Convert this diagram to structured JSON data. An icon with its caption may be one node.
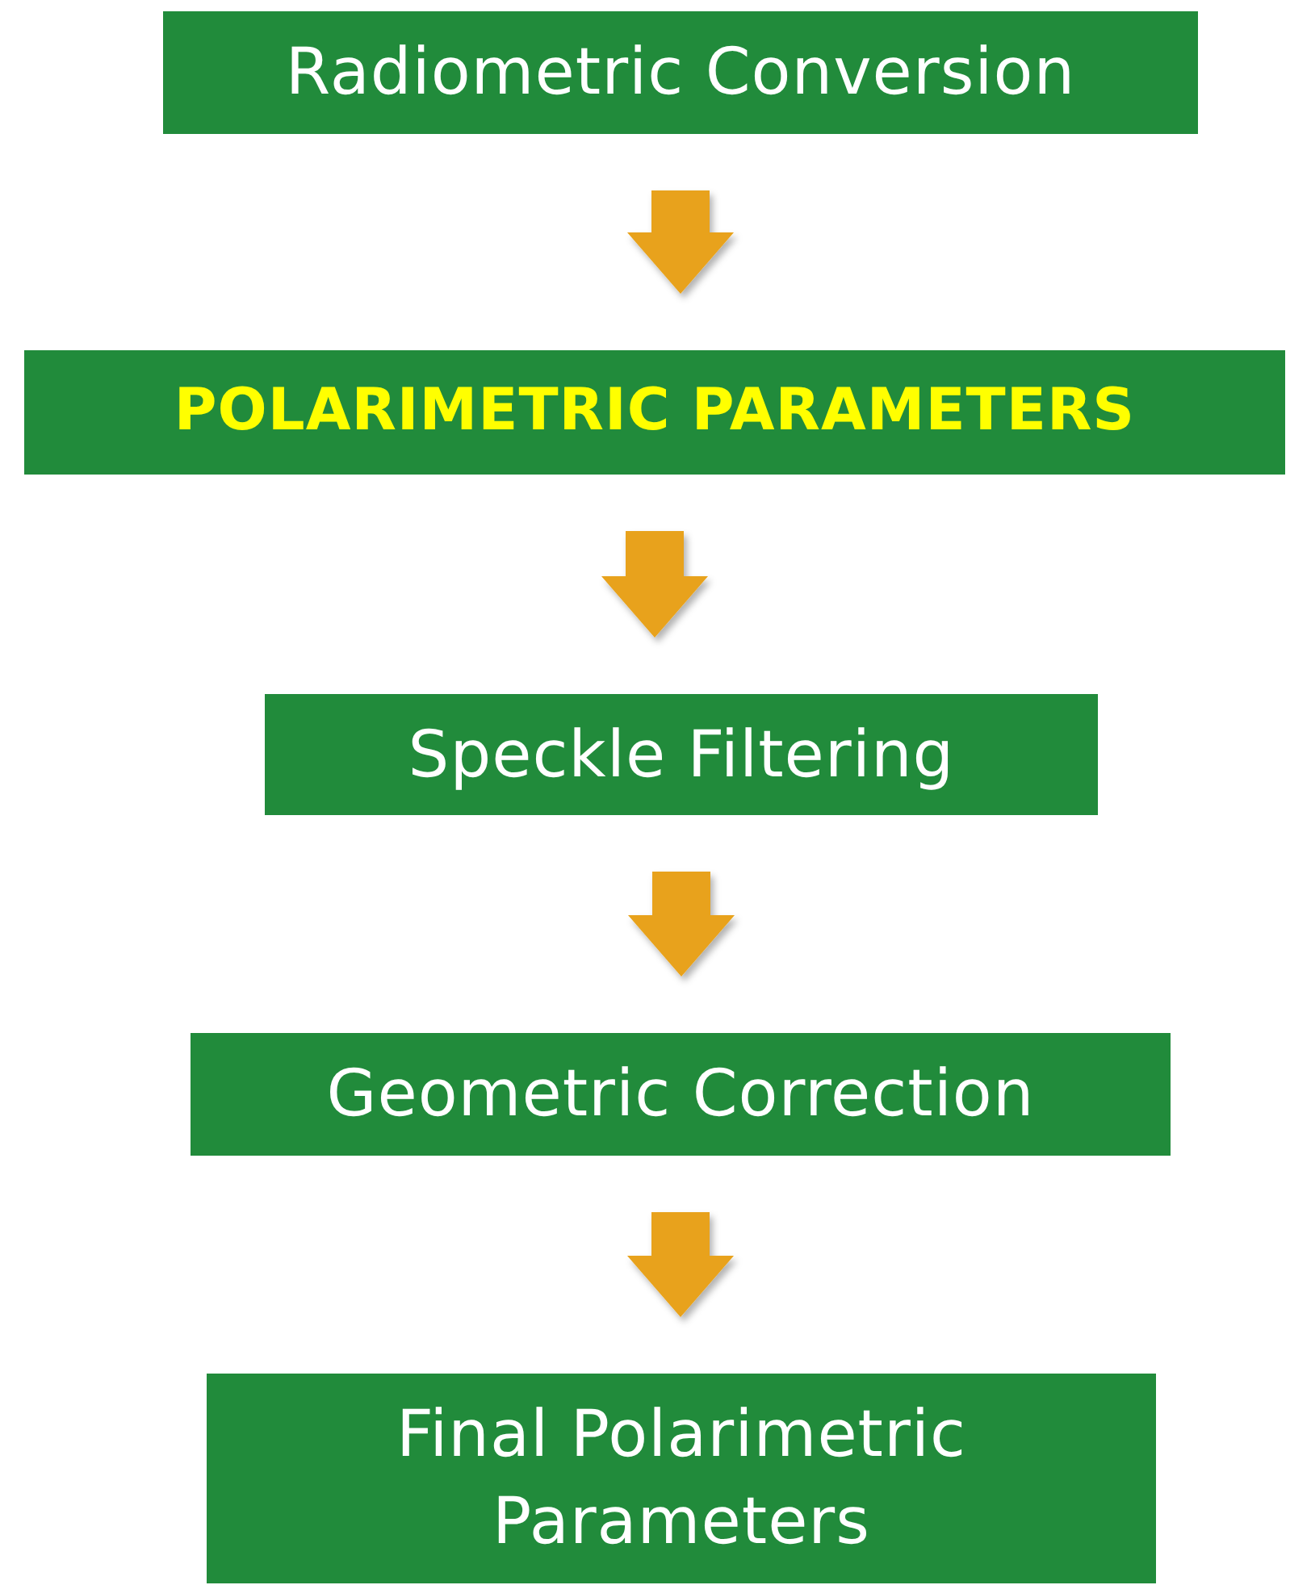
{
  "diagram": {
    "nodes": [
      {
        "text": [
          "Radiometric Conversion"
        ]
      },
      {
        "text": [
          "POLARIMETRIC PARAMETERS"
        ]
      },
      {
        "text": [
          "Speckle Filtering"
        ]
      },
      {
        "text": [
          "Geometric Correction"
        ]
      },
      {
        "text": [
          "Final Polarimetric Parameters"
        ]
      }
    ],
    "edges": [
      {
        "from": 0,
        "to": 1,
        "arrow": "to"
      },
      {
        "from": 1,
        "to": 2,
        "arrow": "to"
      },
      {
        "from": 2,
        "to": 3,
        "arrow": "to"
      },
      {
        "from": 3,
        "to": 4,
        "arrow": "to"
      }
    ]
  }
}
